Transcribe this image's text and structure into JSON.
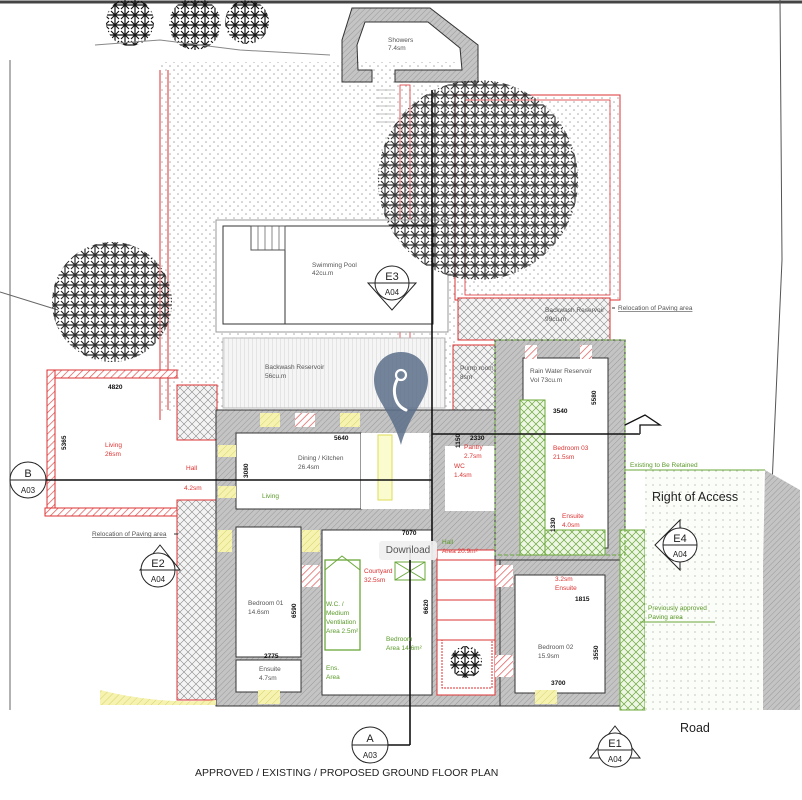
{
  "title": "APPROVED / EXISTING / PROPOSED GROUND FLOOR PLAN",
  "download_label": "Download",
  "rooms": {
    "showers": [
      "Showers",
      "7.4sm"
    ],
    "pool": [
      "Swimming Pool",
      "42cu.m"
    ],
    "backwash": [
      "Backwash Reservoir",
      "56cu.m"
    ],
    "backwash2": [
      "Backwash Reservoir",
      "99cu.m"
    ],
    "pump": [
      "Pump room",
      "8sm"
    ],
    "rainwater": [
      "Rain Water Reservoir",
      "Vol 73cu.m"
    ],
    "living": [
      "Living",
      "26sm"
    ],
    "hall_left": [
      "Hall",
      "4.2sm"
    ],
    "dining": [
      "Dining / Kitchen",
      "26.4sm"
    ],
    "living_green": "Living",
    "pantry": [
      "Pantry",
      "2.7sm"
    ],
    "wc": [
      "WC",
      "1.4sm"
    ],
    "bedroom03": [
      "Bedroom 03",
      "21.5sm"
    ],
    "ensuite03": [
      "Ensuite",
      "4.0sm"
    ],
    "courtyard": [
      "Courtyard",
      "32.5sm"
    ],
    "hall": [
      "Hall",
      "Area 20.9m²"
    ],
    "wc_vent": [
      "W.C. /",
      "Medium",
      "Ventilation",
      "Area 2.5m²"
    ],
    "bedroom_green": [
      "Bedroom",
      "Area 14.6m²"
    ],
    "ens_green": [
      "Ens.",
      "Area"
    ],
    "bedroom01": [
      "Bedroom 01",
      "14.6sm"
    ],
    "ensuite01": [
      "Ensuite",
      "4.7sm"
    ],
    "bedroom02": [
      "Bedroom 02",
      "15.9sm"
    ],
    "ensuite02": [
      "3.2sm",
      "Ensuite"
    ]
  },
  "dimensions": {
    "d4820": "4820",
    "d5365": "5365",
    "d5640": "5640",
    "d3080": "3080",
    "d2330": "2330",
    "d1150": "1150",
    "d3540": "3540",
    "d5580": "5580",
    "d1330": "1330",
    "d7070": "7070",
    "d6590": "6590",
    "d2775": "2775",
    "d6620": "6620",
    "d1815": "1815",
    "d3550": "3550",
    "d3700": "3700"
  },
  "annotations": {
    "relocation_top": "Relocation of Paving area",
    "relocation_left": "Relocation of Paving area",
    "existing_retained": "Existing to Be Retained",
    "right_of_access": "Right of Access",
    "prev_paving": [
      "Previously approved",
      "Paving area"
    ],
    "road": "Road"
  },
  "markers": {
    "E3": [
      "E3",
      "A04"
    ],
    "E2": [
      "E2",
      "A04"
    ],
    "E4": [
      "E4",
      "A04"
    ],
    "E1": [
      "E1",
      "A04"
    ],
    "B": [
      "B",
      "A03"
    ],
    "A": [
      "A",
      "A03"
    ]
  },
  "colors": {
    "wall": "#b8b8b8",
    "red": "#d33",
    "green": "#5a9a2a",
    "yellow": "#f3f0a8",
    "pin": "#5b6f8a"
  }
}
